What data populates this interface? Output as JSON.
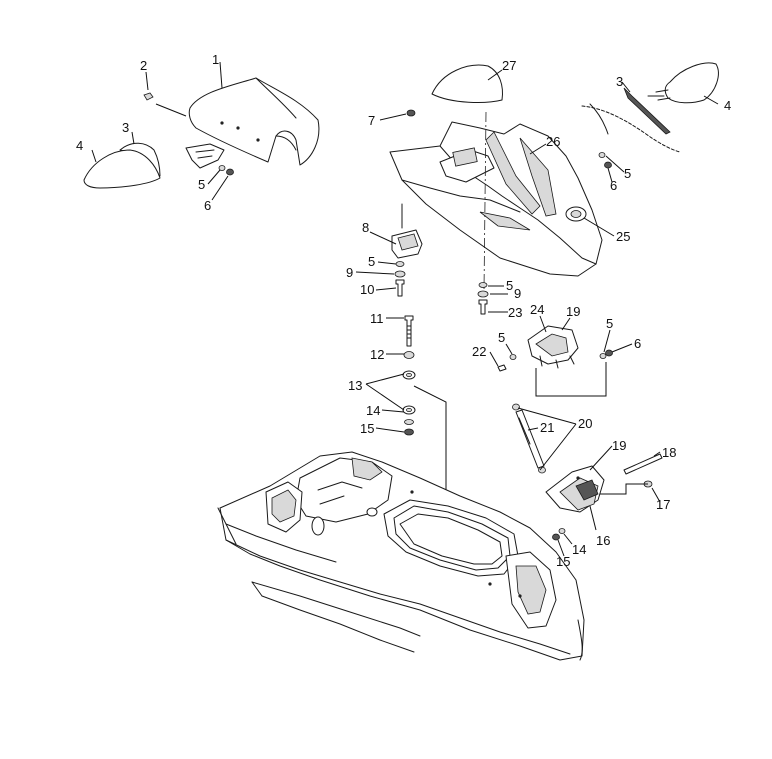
{
  "colors": {
    "background": "#ffffff",
    "line": "#1a1a1a",
    "shade": "#d9d9d9"
  },
  "callouts": [
    {
      "id": "c1a",
      "label": "1"
    },
    {
      "id": "c2a",
      "label": "2"
    },
    {
      "id": "c3a",
      "label": "3"
    },
    {
      "id": "c4a",
      "label": "4"
    },
    {
      "id": "c5a",
      "label": "5"
    },
    {
      "id": "c6a",
      "label": "6"
    },
    {
      "id": "c27",
      "label": "27"
    },
    {
      "id": "c7",
      "label": "7"
    },
    {
      "id": "c26",
      "label": "26"
    },
    {
      "id": "c25",
      "label": "25"
    },
    {
      "id": "c3b",
      "label": "3"
    },
    {
      "id": "c4b",
      "label": "4"
    },
    {
      "id": "c5b",
      "label": "5"
    },
    {
      "id": "c6b",
      "label": "6"
    },
    {
      "id": "c8",
      "label": "8"
    },
    {
      "id": "c5c",
      "label": "5"
    },
    {
      "id": "c9a",
      "label": "9"
    },
    {
      "id": "c10",
      "label": "10"
    },
    {
      "id": "c5d",
      "label": "5"
    },
    {
      "id": "c9b",
      "label": "9"
    },
    {
      "id": "c23",
      "label": "23"
    },
    {
      "id": "c24",
      "label": "24"
    },
    {
      "id": "c19a",
      "label": "19"
    },
    {
      "id": "c11",
      "label": "11"
    },
    {
      "id": "c5e",
      "label": "5"
    },
    {
      "id": "c22",
      "label": "22"
    },
    {
      "id": "c5f",
      "label": "5"
    },
    {
      "id": "c6c",
      "label": "6"
    },
    {
      "id": "c12",
      "label": "12"
    },
    {
      "id": "c13",
      "label": "13"
    },
    {
      "id": "c14a",
      "label": "14"
    },
    {
      "id": "c15a",
      "label": "15"
    },
    {
      "id": "c20",
      "label": "20"
    },
    {
      "id": "c21",
      "label": "21"
    },
    {
      "id": "c19b",
      "label": "19"
    },
    {
      "id": "c18",
      "label": "18"
    },
    {
      "id": "c17",
      "label": "17"
    },
    {
      "id": "c16",
      "label": "16"
    },
    {
      "id": "c14b",
      "label": "14"
    },
    {
      "id": "c15b",
      "label": "15"
    }
  ]
}
